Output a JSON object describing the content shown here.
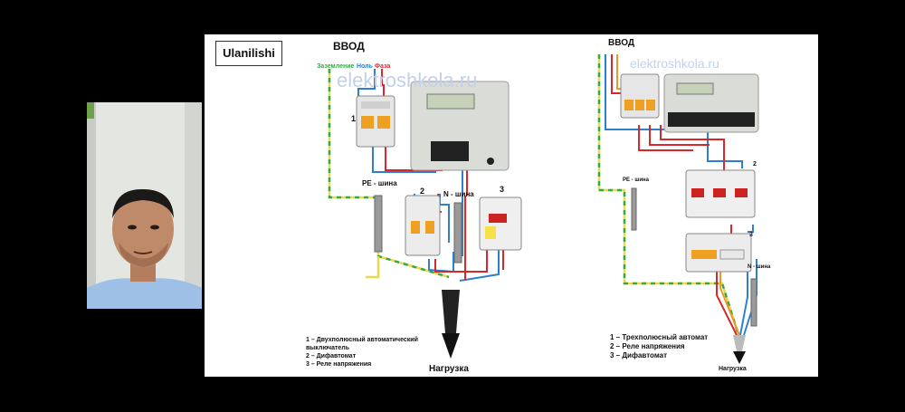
{
  "slide": {
    "title": "Ulanilishi",
    "watermark_left": "elektroshkola.ru",
    "watermark_right": "elektroshkola.ru",
    "left_diagram": {
      "input_label": "ВВОД",
      "wire_labels": [
        "Заземление",
        "Ноль",
        "Фаза"
      ],
      "pe_bus": "PE - шина",
      "n_bus": "N - шина",
      "num_1": "1",
      "num_2": "2",
      "num_3": "3",
      "legend": [
        "1 – Двухполюсный автоматический",
        "выключатель",
        "2 – Дифавтомат",
        "3 – Реле напряжения"
      ],
      "load": "Нагрузка"
    },
    "right_diagram": {
      "input_label": "ВВОД",
      "pe_bus": "PE - шина",
      "n_bus": "N - шина",
      "num_2": "2",
      "num_3": "3",
      "legend": [
        "1 – Трехполюсный автомат",
        "2 – Реле напряжения",
        "3 – Дифавтомат"
      ],
      "load": "Нагрузка"
    }
  },
  "colors": {
    "phase": "#d8282c",
    "neutral": "#2f7fd0",
    "ground_yellow": "#e8d84a",
    "ground_green": "#3aa64a"
  }
}
